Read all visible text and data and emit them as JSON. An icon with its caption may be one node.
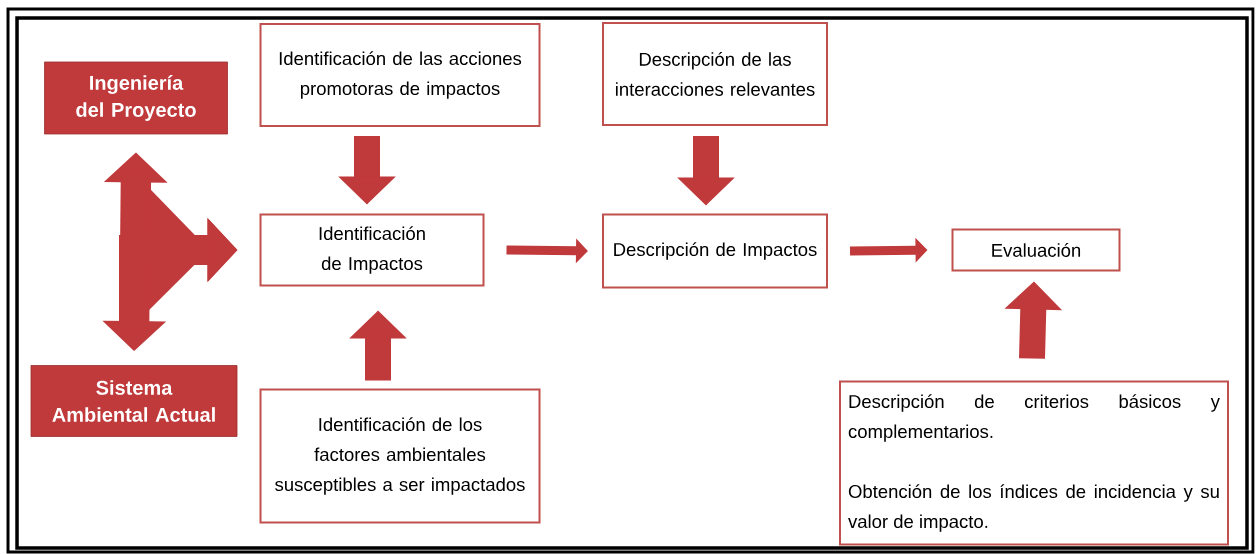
{
  "diagram": {
    "nodes": [
      {
        "text": [
          "Ingeniería del Proyecto"
        ]
      },
      {
        "text": [
          "Sistema Ambiental Actual"
        ]
      },
      {
        "text": [
          "Identificación de las acciones promotoras de impactos"
        ]
      },
      {
        "text": [
          "Identificación de Impactos"
        ]
      },
      {
        "text": [
          "Identificación de los factores ambientales susceptibles a ser impactados"
        ]
      },
      {
        "text": [
          "Descripción de las interacciones relevantes"
        ]
      },
      {
        "text": [
          "Descripción de Impactos"
        ]
      },
      {
        "text": [
          "Evaluación"
        ]
      },
      {
        "text": [
          "Descripción de criterios básicos y complementarios.",
          "Obtención de los índices de incidencia y su valor de impacto."
        ]
      }
    ],
    "edges": [
      {
        "from": 0,
        "to": 1,
        "arrow": "both"
      },
      {
        "from": 0,
        "to": 3,
        "arrow": "to"
      },
      {
        "from": 1,
        "to": 3,
        "arrow": "to"
      },
      {
        "from": 2,
        "to": 3,
        "arrow": "to"
      },
      {
        "from": 4,
        "to": 3,
        "arrow": "to"
      },
      {
        "from": 3,
        "to": 6,
        "arrow": "to"
      },
      {
        "from": 5,
        "to": 6,
        "arrow": "to"
      },
      {
        "from": 6,
        "to": 7,
        "arrow": "to"
      },
      {
        "from": 8,
        "to": 7,
        "arrow": "to"
      }
    ]
  }
}
